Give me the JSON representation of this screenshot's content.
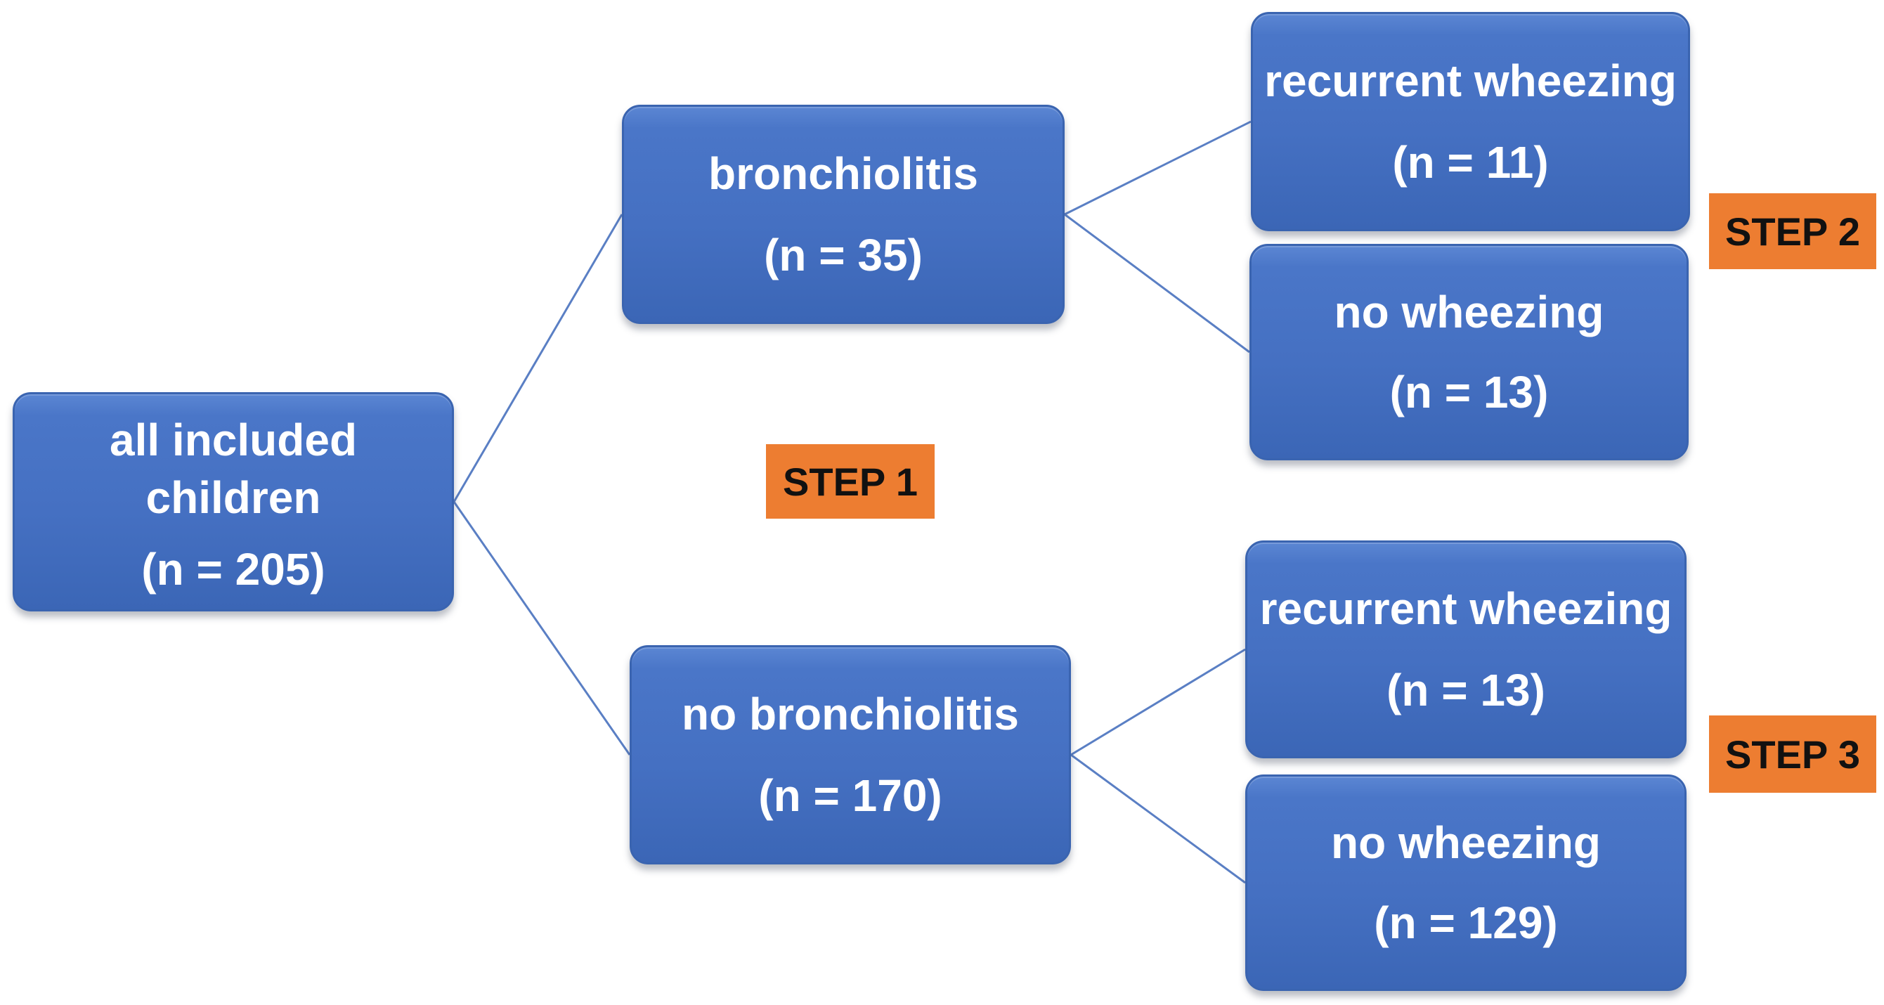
{
  "nodes": {
    "root": {
      "label": "all included children",
      "count": "(n = 205)"
    },
    "bronchiolitis": {
      "label": "bronchiolitis",
      "count": "(n = 35)"
    },
    "no_bronchiolitis": {
      "label": "no bronchiolitis",
      "count": "(n = 170)"
    },
    "bronch_recurrent": {
      "label": "recurrent wheezing",
      "count": "(n = 11)"
    },
    "bronch_no_wheeze": {
      "label": "no wheezing",
      "count": "(n = 13)"
    },
    "nobronch_recurrent": {
      "label": "recurrent wheezing",
      "count": "(n = 13)"
    },
    "nobronch_no_wheeze": {
      "label": "no wheezing",
      "count": "(n = 129)"
    }
  },
  "steps": {
    "step1": "STEP 1",
    "step2": "STEP 2",
    "step3": "STEP 3"
  },
  "colors": {
    "node_fill": "#4472c4",
    "node_text": "#ffffff",
    "step_fill": "#ed7d31",
    "step_text": "#111111",
    "connector": "#5a7fc4"
  }
}
